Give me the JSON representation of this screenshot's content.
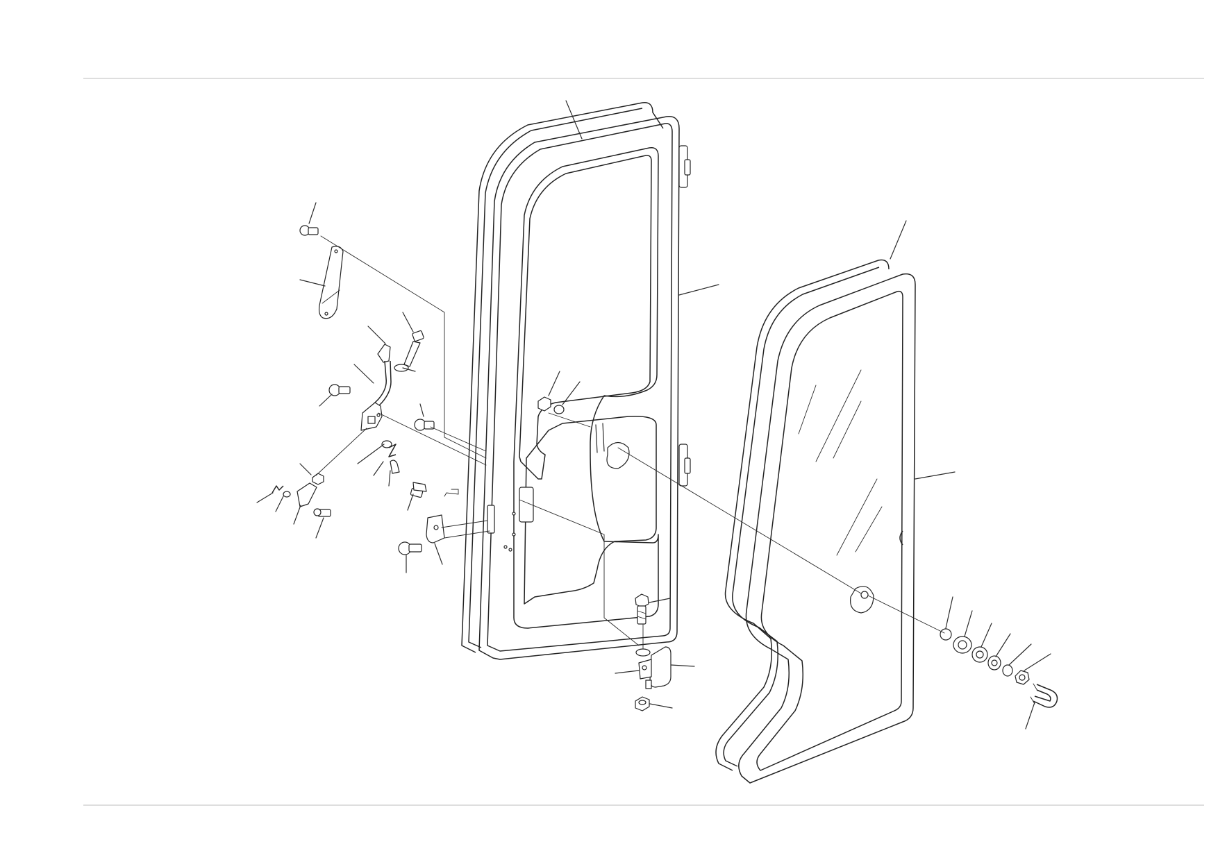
{
  "drawing": {
    "type": "exploded-parts-diagram",
    "colors": {
      "line": "#222222",
      "border": "#bdbdbd",
      "background": "#ffffff"
    },
    "assemblies": [
      {
        "id": "door-frame",
        "icon": "door-frame"
      },
      {
        "id": "door-glass",
        "icon": "glass-panel"
      },
      {
        "id": "latch-mechanism",
        "icon": "latch"
      },
      {
        "id": "striker-hinge",
        "icon": "striker"
      },
      {
        "id": "glass-fastener-set",
        "icon": "bolt-washer-stack"
      },
      {
        "id": "cover-plate",
        "icon": "cover-plate"
      }
    ]
  }
}
